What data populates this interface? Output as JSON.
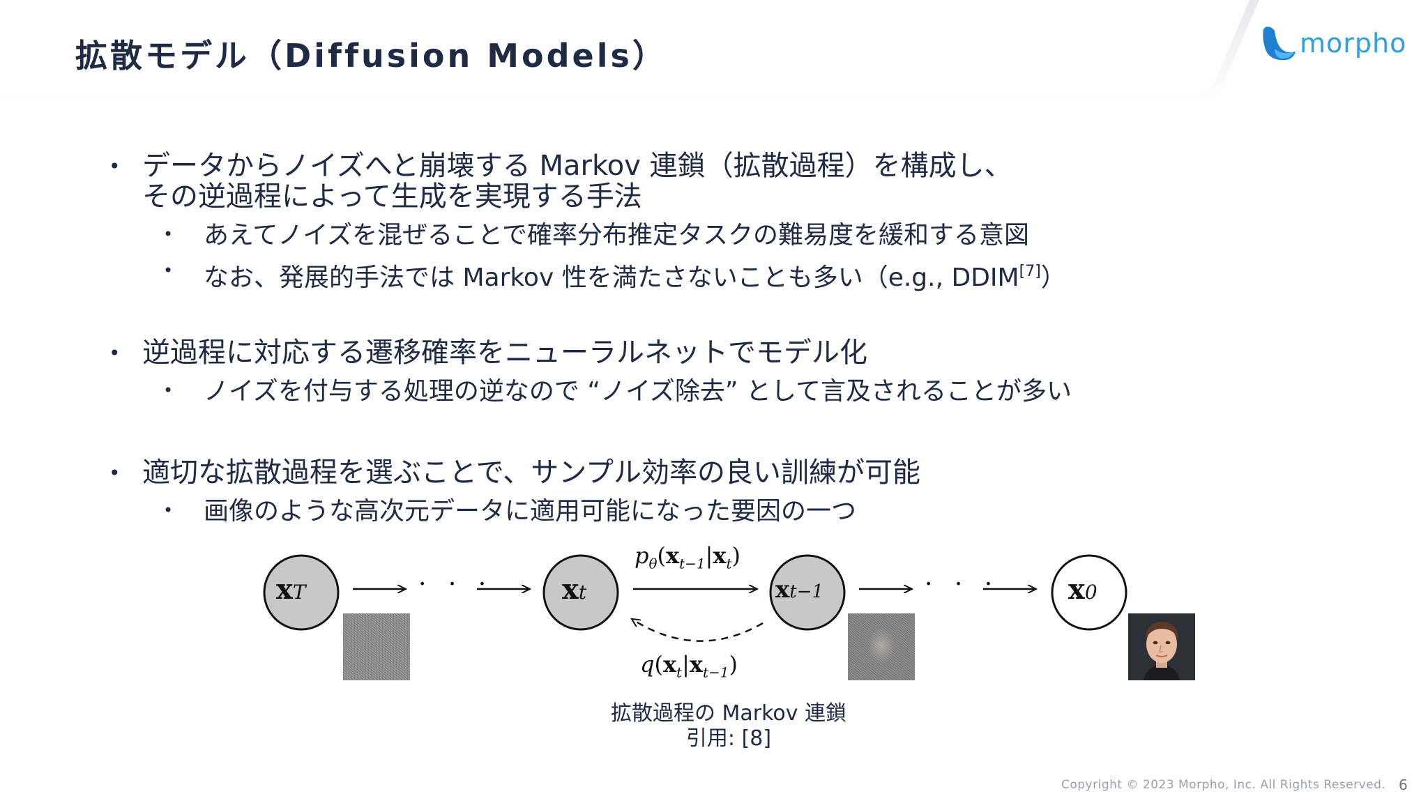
{
  "slide": {
    "title": "拡散モデル（Diffusion Models）",
    "logo_text": "morpho",
    "footer_copyright": "Copyright © 2023 Morpho, Inc. All Rights Reserved.",
    "page_number": "6"
  },
  "bullets": [
    {
      "line1": "データからノイズへと崩壊する Markov 連鎖（拡散過程）を構成し、",
      "line2": "その逆過程によって生成を実現する手法",
      "subs": [
        {
          "text": "あえてノイズを混ぜることで確率分布推定タスクの難易度を緩和する意図"
        },
        {
          "text": "なお、発展的手法では Markov 性を満たさないことも多い（e.g., DDIM",
          "cite": "[7]",
          "after": "）"
        }
      ]
    },
    {
      "line1": "逆過程に対応する遷移確率をニューラルネットでモデル化",
      "subs": [
        {
          "text": "ノイズを付与する処理の逆なので “ノイズ除去” として言及されることが多い"
        }
      ]
    },
    {
      "line1": "適切な拡散過程を選ぶことで、サンプル効率の良い訓練が可能",
      "subs": [
        {
          "text": "画像のような高次元データに適用可能になった要因の一つ"
        }
      ]
    }
  ],
  "figure": {
    "nodes": [
      {
        "var": "x",
        "sub": "T"
      },
      {
        "var": "x",
        "sub": "t"
      },
      {
        "var": "x",
        "sub": "t−1"
      },
      {
        "var": "x",
        "sub": "0"
      }
    ],
    "ellipsis": "· · ·",
    "reverse_label": {
      "p": "p",
      "theta": "θ",
      "body_open": "(",
      "x1": "x",
      "x1_sub": "t−1",
      "bar": "|",
      "x2": "x",
      "x2_sub": "t",
      "body_close": ")"
    },
    "forward_label": {
      "q": "q",
      "body_open": "(",
      "x1": "x",
      "x1_sub": "t",
      "bar": "|",
      "x2": "x",
      "x2_sub": "t−1",
      "body_close": ")"
    },
    "caption_line1": "拡散過程の Markov 連鎖",
    "caption_line2": "引用: [8]",
    "colors": {
      "noisy_node_fill": "#c8c8c8",
      "clean_node_fill": "#ffffff",
      "stroke": "#111111"
    }
  }
}
